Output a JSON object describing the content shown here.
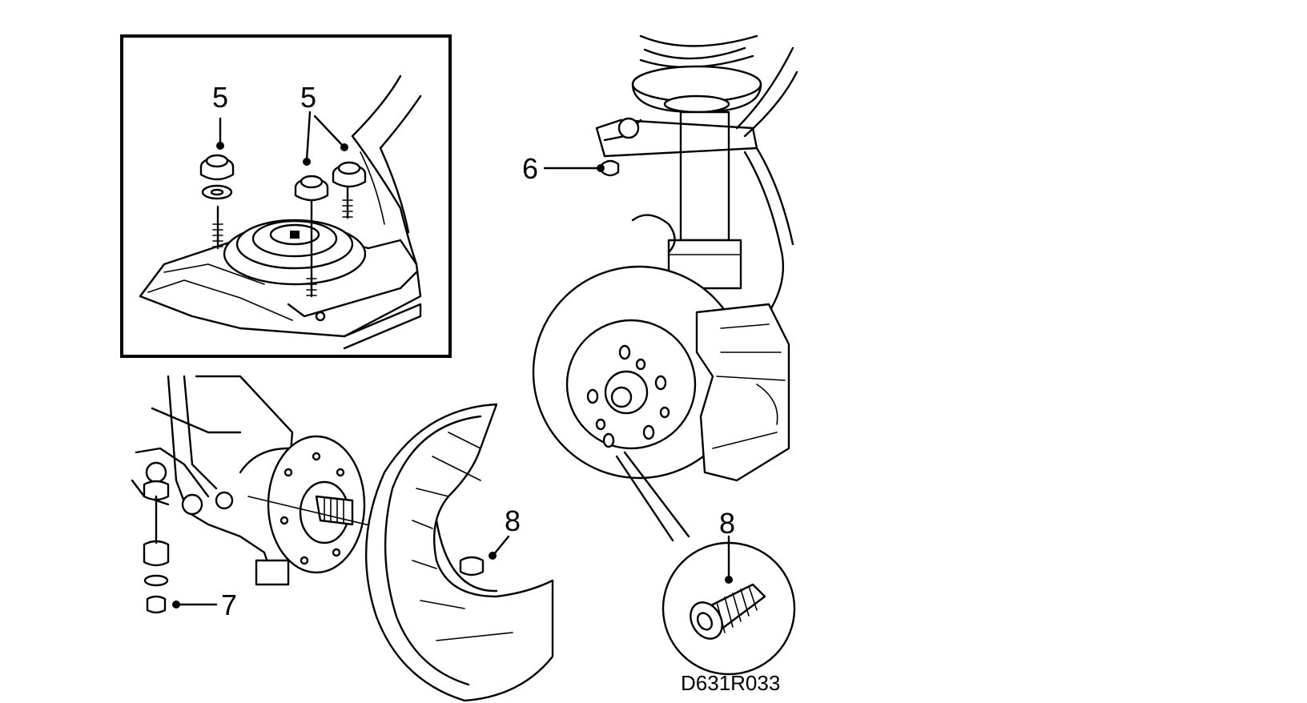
{
  "callouts": {
    "strut_nut_left": "5",
    "strut_nuts_right": "5",
    "caliper_bolt": "6",
    "hub_bolt": "7",
    "shield_screw": "8",
    "disc_screw": "8"
  },
  "drawing_code": "D631R033",
  "colors": {
    "line": "#000000",
    "background": "#ffffff"
  }
}
